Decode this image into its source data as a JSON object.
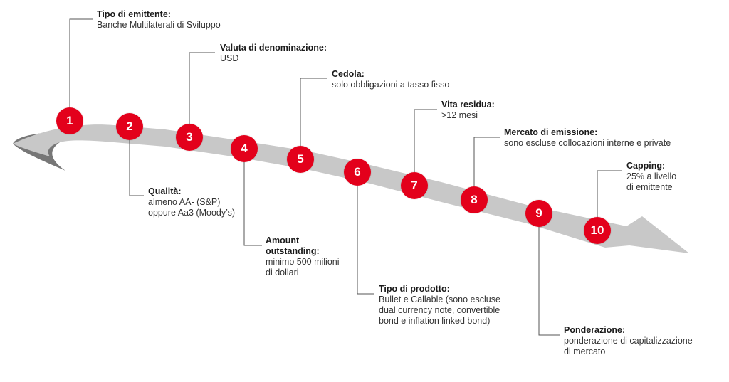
{
  "colors": {
    "badge": "#e3001b",
    "arrow": "#c8c8c8",
    "arrow_dark": "#777777",
    "connector": "#555555"
  },
  "steps": [
    {
      "number": "1",
      "title": "Tipo di emittente:",
      "desc": "Banche Multilaterali di Sviluppo"
    },
    {
      "number": "2",
      "title": "Qualità:",
      "desc": "almeno AA- (S&P)\noppure Aa3 (Moody’s)"
    },
    {
      "number": "3",
      "title": "Valuta di denominazione:",
      "desc": "USD"
    },
    {
      "number": "4",
      "title": "Amount\noutstanding:",
      "desc": "minimo 500 milioni\ndi dollari"
    },
    {
      "number": "5",
      "title": "Cedola:",
      "desc": "solo obbligazioni a tasso fisso"
    },
    {
      "number": "6",
      "title": "Tipo di prodotto:",
      "desc": "Bullet e Callable (sono escluse\ndual currency note, convertible\nbond e inflation linked bond)"
    },
    {
      "number": "7",
      "title": "Vita residua:",
      "desc": ">12 mesi"
    },
    {
      "number": "8",
      "title": "Mercato di emissione:",
      "desc": "sono escluse collocazioni interne e private"
    },
    {
      "number": "9",
      "title": "Ponderazione:",
      "desc": "ponderazione di capitalizzazione\ndi mercato"
    },
    {
      "number": "10",
      "title": "Capping:",
      "desc": "25% a livello\ndi emittente"
    }
  ]
}
